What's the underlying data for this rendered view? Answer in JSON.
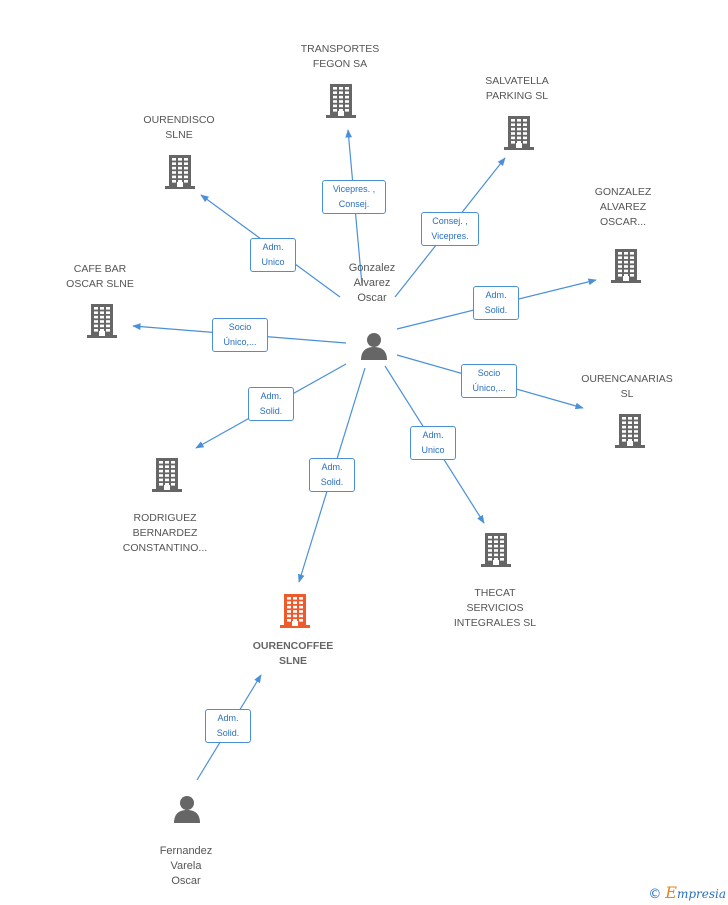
{
  "colors": {
    "line": "#4a90d9",
    "building": "#666666",
    "focus": "#ee5a2b",
    "person": "#666666"
  },
  "nodes": [
    {
      "id": "oscar",
      "type": "person",
      "label": "Gonzalez\nAlvarez\nOscar"
    },
    {
      "id": "fernandez",
      "type": "person",
      "label": "Fernandez\nVarela\nOscar"
    },
    {
      "id": "transportes",
      "type": "company",
      "label": "TRANSPORTES\nFEGON SA"
    },
    {
      "id": "salvatella",
      "type": "company",
      "label": "SALVATELLA\nPARKING SL"
    },
    {
      "id": "ourendisco",
      "type": "company",
      "label": "OURENDISCO\nSLNE"
    },
    {
      "id": "gonzalez_co",
      "type": "company",
      "label": "GONZALEZ\nALVAREZ\nOSCAR..."
    },
    {
      "id": "cafebar",
      "type": "company",
      "label": "CAFE BAR\nOSCAR SLNE"
    },
    {
      "id": "ourencanarias",
      "type": "company",
      "label": "OURENCANARIAS\nSL"
    },
    {
      "id": "rodriguez",
      "type": "company",
      "label": "RODRIGUEZ\nBERNARDEZ\nCONSTANTINO..."
    },
    {
      "id": "thecat",
      "type": "company",
      "label": "THECAT\nSERVICIOS\nINTEGRALES SL"
    },
    {
      "id": "ourencoffee",
      "type": "focus",
      "label": "OURENCOFFEE\nSLNE"
    }
  ],
  "edges": [
    {
      "from": "oscar",
      "to": "transportes",
      "label": "Vicepres. ,\nConsej."
    },
    {
      "from": "oscar",
      "to": "salvatella",
      "label": "Consej. ,\nVicepres."
    },
    {
      "from": "oscar",
      "to": "ourendisco",
      "label": "Adm.\nUnico"
    },
    {
      "from": "oscar",
      "to": "gonzalez_co",
      "label": "Adm.\nSolid."
    },
    {
      "from": "oscar",
      "to": "cafebar",
      "label": "Socio\nÚnico,..."
    },
    {
      "from": "oscar",
      "to": "ourencanarias",
      "label": "Socio\nÚnico,..."
    },
    {
      "from": "oscar",
      "to": "rodriguez",
      "label": "Adm.\nSolid."
    },
    {
      "from": "oscar",
      "to": "thecat",
      "label": "Adm.\nUnico"
    },
    {
      "from": "oscar",
      "to": "ourencoffee",
      "label": "Adm.\nSolid."
    },
    {
      "from": "fernandez",
      "to": "ourencoffee",
      "label": "Adm.\nSolid."
    }
  ],
  "footer": {
    "copyright": "©",
    "brand_initial": "E",
    "brand_rest": "mpresia"
  }
}
